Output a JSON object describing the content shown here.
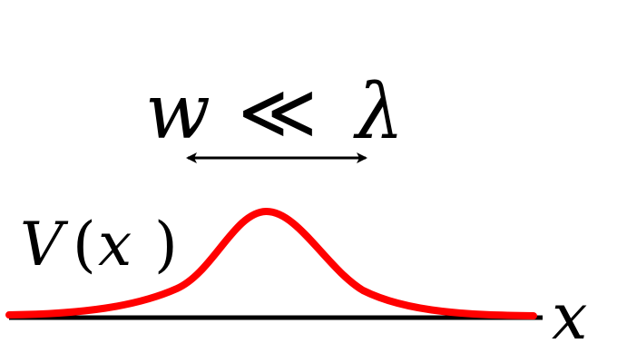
{
  "width_relation": {
    "w": "w",
    "relation": "≪",
    "lambda": "λ"
  },
  "potential_label": {
    "V": "V",
    "open": "(",
    "x": "x",
    "close": ")"
  },
  "axis_label": "x",
  "colors": {
    "curve": "#ff0000",
    "axis": "#000000",
    "arrow": "#000000"
  }
}
